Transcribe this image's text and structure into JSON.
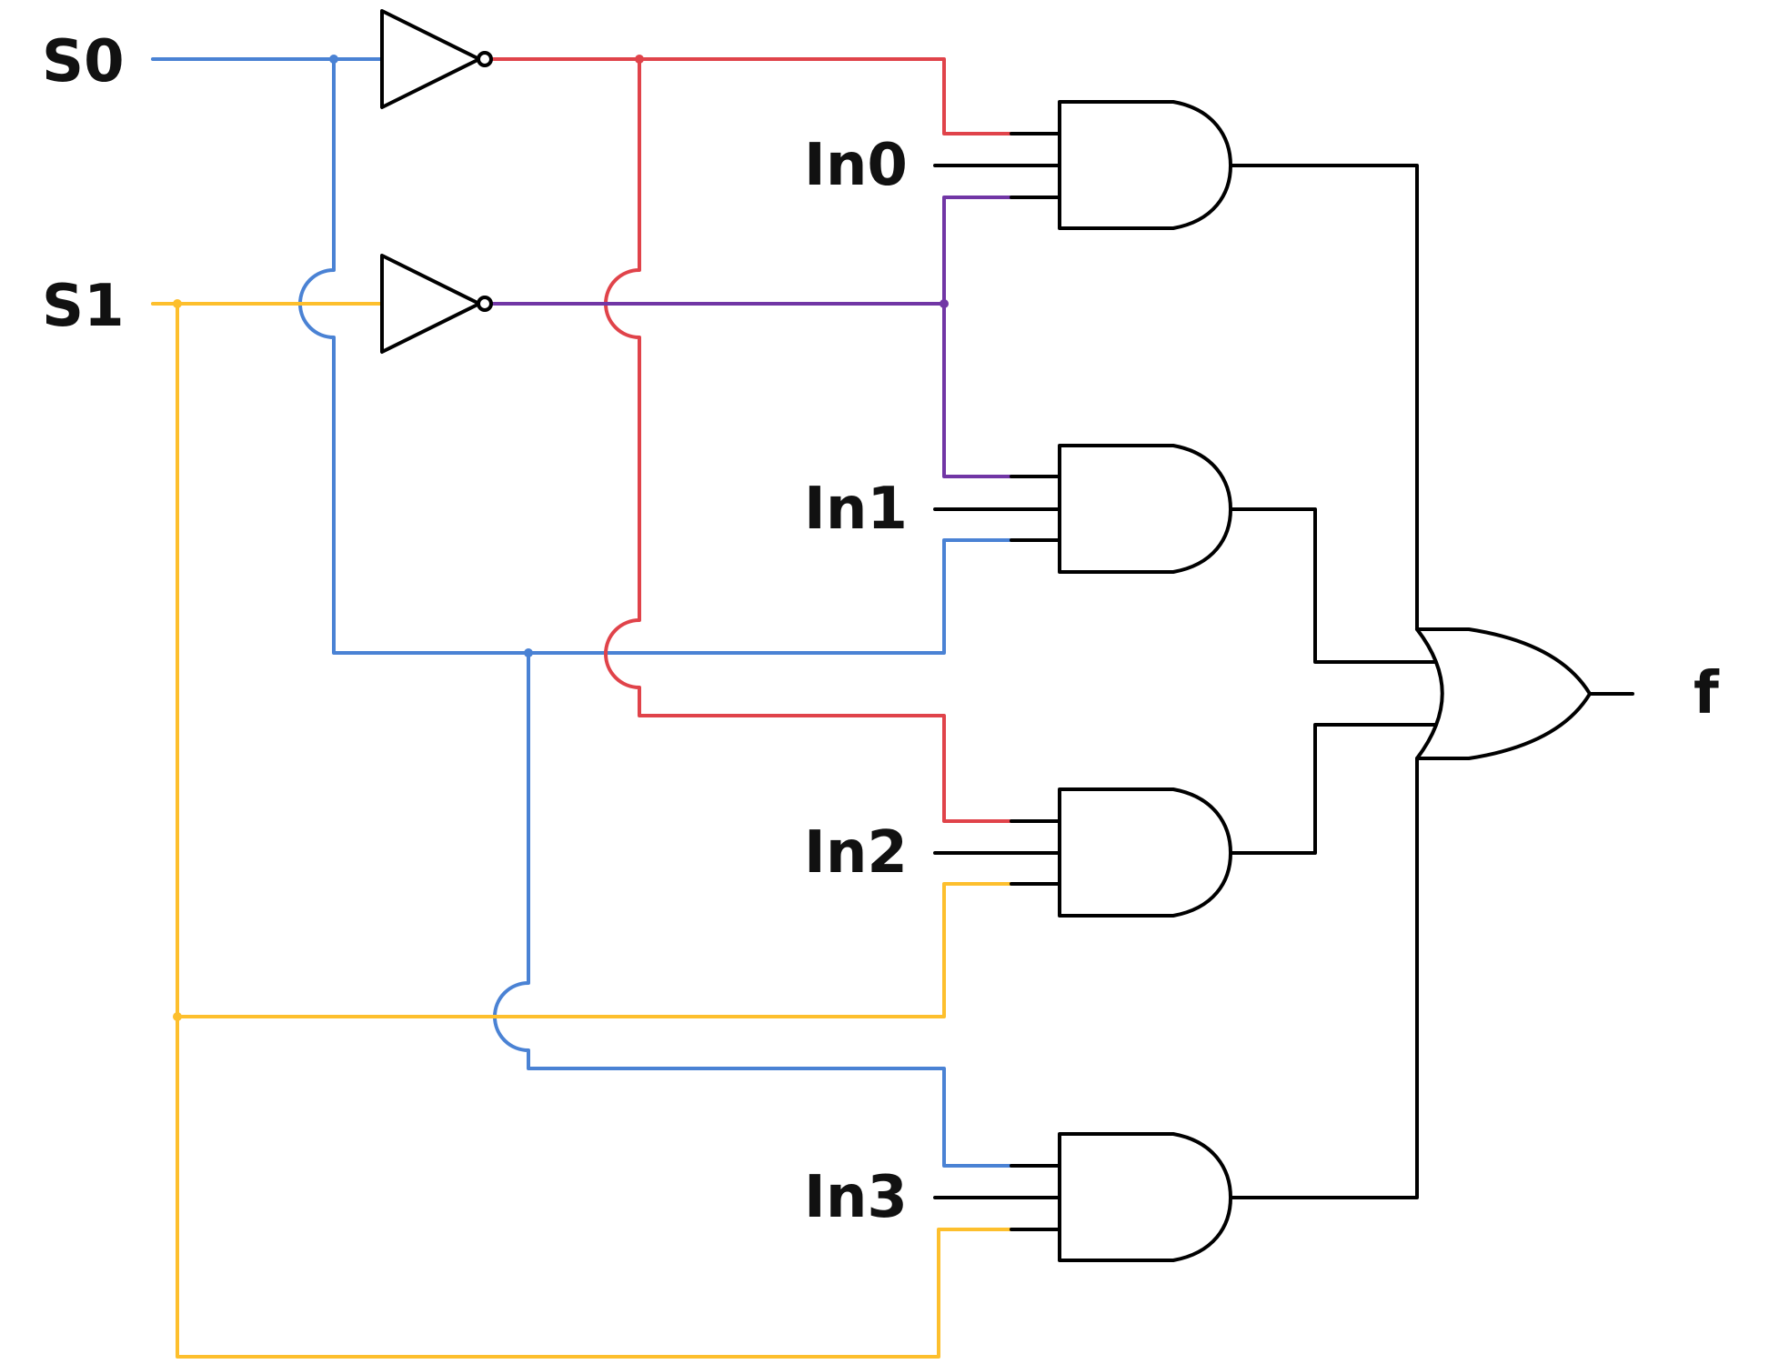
{
  "inputs": {
    "s0": "S0",
    "s1": "S1",
    "in0": "In0",
    "in1": "In1",
    "in2": "In2",
    "in3": "In3"
  },
  "output": "f",
  "colors": {
    "s0": "#4A82D4",
    "s1": "#FDBF2D",
    "not_s0": "#E0434A",
    "not_s1": "#7136A5",
    "wire": "#000000"
  }
}
